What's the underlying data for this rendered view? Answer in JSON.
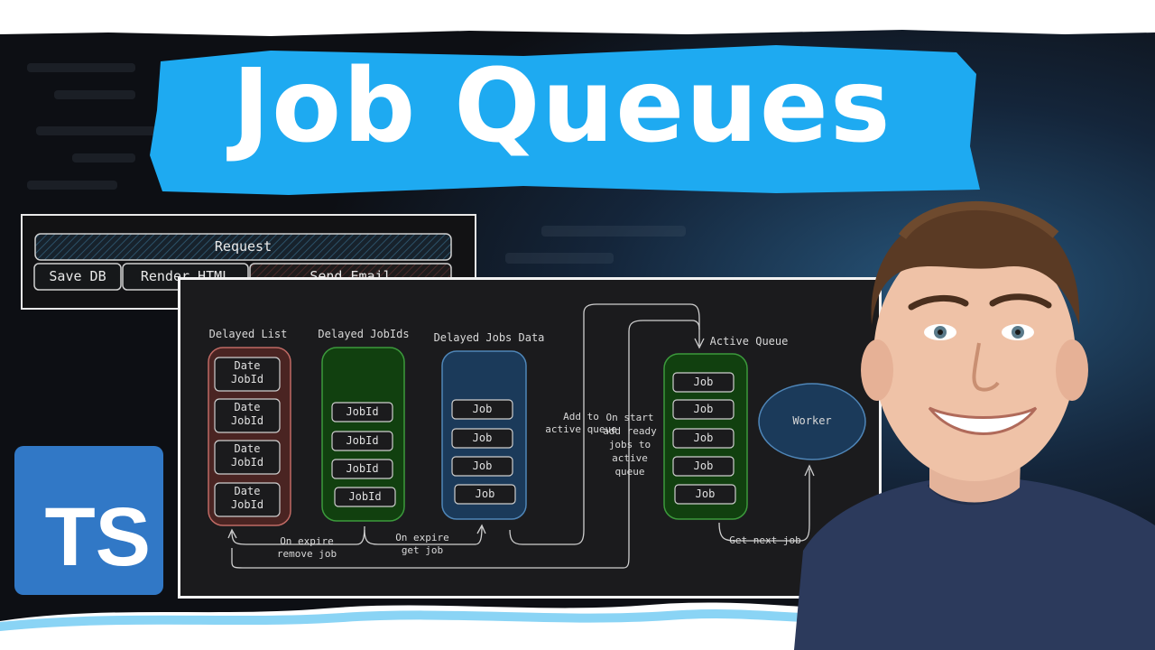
{
  "title": "Job Queues",
  "badge": {
    "label": "TS"
  },
  "top_panel": {
    "request": "Request",
    "boxes": [
      "Save DB",
      "Render HTML",
      "Send Email"
    ]
  },
  "diagram": {
    "delayed_list": {
      "label": "Delayed List",
      "items": [
        [
          "Date",
          "JobId"
        ],
        [
          "Date",
          "JobId"
        ],
        [
          "Date",
          "JobId"
        ],
        [
          "Date",
          "JobId"
        ]
      ]
    },
    "delayed_jobids": {
      "label": "Delayed JobIds",
      "items": [
        "JobId",
        "JobId",
        "JobId",
        "JobId"
      ]
    },
    "delayed_data": {
      "label": "Delayed Jobs Data",
      "items": [
        "Job",
        "Job",
        "Job",
        "Job"
      ]
    },
    "active_queue": {
      "label": "Active Queue",
      "items": [
        "Job",
        "Job",
        "Job",
        "Job",
        "Job"
      ]
    },
    "worker": "Worker",
    "arrows": {
      "on_expire_remove": [
        "On expire",
        "remove job"
      ],
      "on_expire_get": [
        "On expire",
        "get job"
      ],
      "add_to_active": [
        "Add to",
        "active queue"
      ],
      "on_start": [
        "On start",
        "add ready",
        "jobs to",
        "active",
        "queue"
      ],
      "get_next_job": "Get next job"
    }
  },
  "colors": {
    "title_banner": "#1eaaf1",
    "ts_blue": "#3178c6",
    "diagram_bg": "#1b1b1d",
    "delayed_list": "#4a2422",
    "delayed_jobids": "#11400f",
    "delayed_data": "#1b3a5a",
    "active_queue": "#11400f",
    "worker": "#1b3a5a",
    "shirt": "#2c3a5c"
  }
}
